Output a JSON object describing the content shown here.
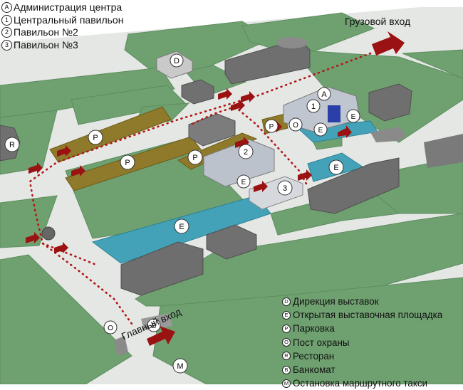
{
  "legend_top": [
    {
      "badge": "A",
      "label": "Администрация центра"
    },
    {
      "badge": "1",
      "label": "Центральный павильон"
    },
    {
      "badge": "2",
      "label": "Павильон №2"
    },
    {
      "badge": "3",
      "label": "Павильон №3"
    }
  ],
  "legend_bottom": [
    {
      "badge": "D",
      "label": "Дирекция выставок"
    },
    {
      "badge": "E",
      "label": "Открытая выставочная площадка"
    },
    {
      "badge": "P",
      "label": "Парковка"
    },
    {
      "badge": "O",
      "label": "Пост охраны"
    },
    {
      "badge": "R",
      "label": "Ресторан"
    },
    {
      "badge": "B",
      "label": "Банкомат"
    },
    {
      "badge": "M",
      "label": "Остановка маршрутного такси"
    }
  ],
  "entrances": {
    "cargo": "Грузовой вход",
    "main": "Главный вход"
  },
  "markers": {
    "A": "A",
    "one": "1",
    "two": "2",
    "three": "3",
    "D": "D",
    "E": "E",
    "P": "P",
    "O": "O",
    "R": "R",
    "B": "B",
    "M": "M"
  },
  "colors": {
    "grass": "#6fa070",
    "road": "#e3e6e3",
    "parking": "#8e7a2a",
    "exhibition": "#43a2b7",
    "building": "#727272",
    "arrow": "#9b1212",
    "dots": "#b21515"
  }
}
